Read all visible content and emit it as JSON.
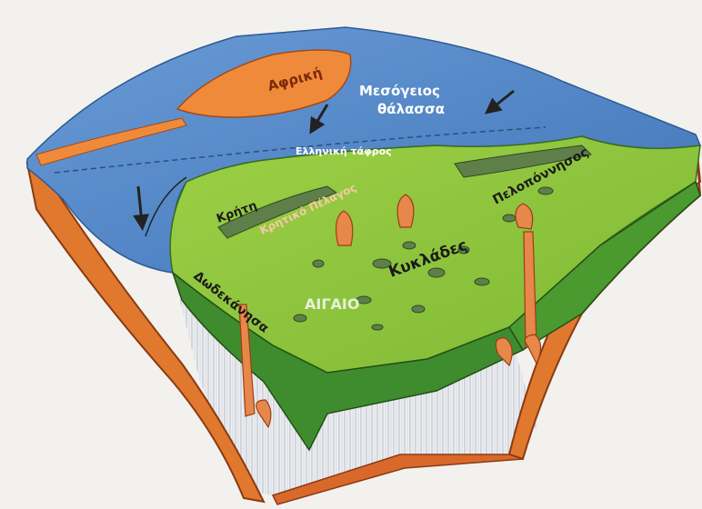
{
  "labels": {
    "africa": "Αφρική",
    "med_sea_line1": "Μεσόγειος",
    "med_sea_line2": "θάλασσα",
    "hellenic_trench": "Ελληνική τάφρος",
    "crete": "Κρήτη",
    "cretan_sea": "Κρητικό Πέλαγος",
    "peloponnese": "Πελοπόννησος",
    "cyclades": "Κυκλάδες",
    "dodecanese": "Δωδεκάνησα",
    "aegean": "ΑΙΓΑΙΟ"
  },
  "colors": {
    "sea": "#4f86c8",
    "land": "#8cc43a",
    "land_side": "#3f8c2e",
    "crust": "#e0782e",
    "mantle": "#c9c9c9",
    "magma": "#e8874a",
    "island": "#5f7f4a"
  }
}
